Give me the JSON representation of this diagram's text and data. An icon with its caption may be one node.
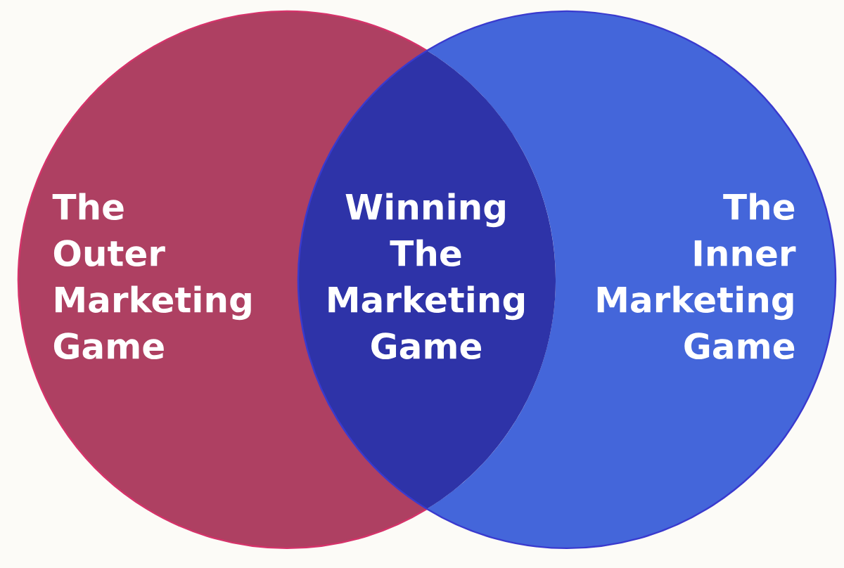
{
  "diagram": {
    "nodes": [
      {
        "text": [
          "The Outer Marketing Game"
        ]
      },
      {
        "text": [
          "The Inner Marketing Game"
        ]
      },
      {
        "text": [
          "Winning The Marketing Game"
        ]
      }
    ]
  }
}
